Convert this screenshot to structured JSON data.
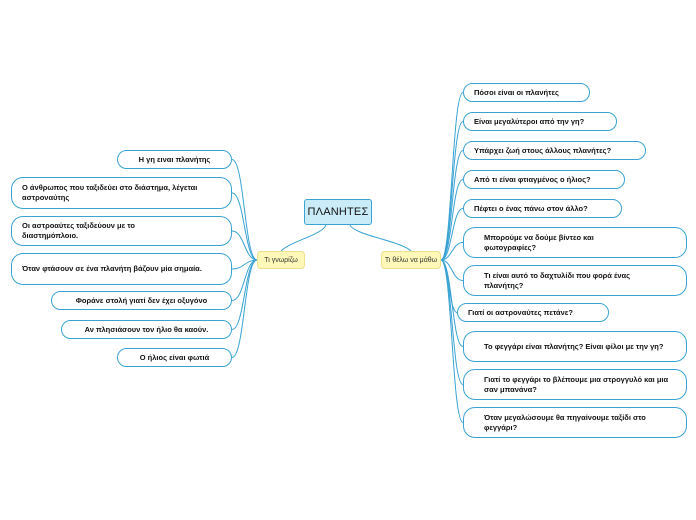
{
  "root": {
    "label": "ΠΛΑΝΗΤΕΣ"
  },
  "left_branch": {
    "label": "Τι γνωρίζω",
    "items": [
      "Η γη ειναι πλανήτης",
      "Ο άνθρωπος που ταξιδεύει στο διάστημα, λέγεται αστροναύτης",
      "Οι αστροαύτες  ταξιδεύουν με το διαστημόπλοιο.",
      "Όταν  φτάσουν σε ένα πλανήτη βάζουν μία σημαία.",
      "Φοράνε στολή γιατί δεν έχει οξυγόνο",
      "Αν πλησιάσουν τον ήλιο θα καούν.",
      "Ο ήλιος είναι φωτιά"
    ]
  },
  "right_branch": {
    "label": "Τι θέλω να μάθω",
    "items": [
      "Πόσοι είναι οι πλανήτες",
      "Είναι μεγαλύτεροι από την γη?",
      "Υπάρχει ζωή στους άλλους πλανήτες?",
      "Από τι είναι φτιαγμένος ο ήλιος?",
      "Πέφτει ο ένας πάνω στον άλλο?",
      "Μπορούμε να δούμε βίντεο και φωτογραφίες?",
      "Τι είναι αυτό το δαχτυλίδι που φορά ένας πλανήτης?",
      "Γιατί οι αστροναύτες πετάνε?",
      "Το φεγγάρι είναι πλανήτης? Είναι φίλοι με την γη?",
      "Γιατί το φεγγάρι το βλέπουμε μια στρογγυλό και μια σαν μπανάνα?",
      "Όταν μεγαλώσουμε θα πηγαίνουμε ταξίδι στο φεγγάρι?"
    ]
  },
  "colors": {
    "root_fill": "#c9ecf8",
    "node_border": "#3aa3d4",
    "branch_fill": "#fff8b8",
    "connector": "#3aa3d4"
  }
}
